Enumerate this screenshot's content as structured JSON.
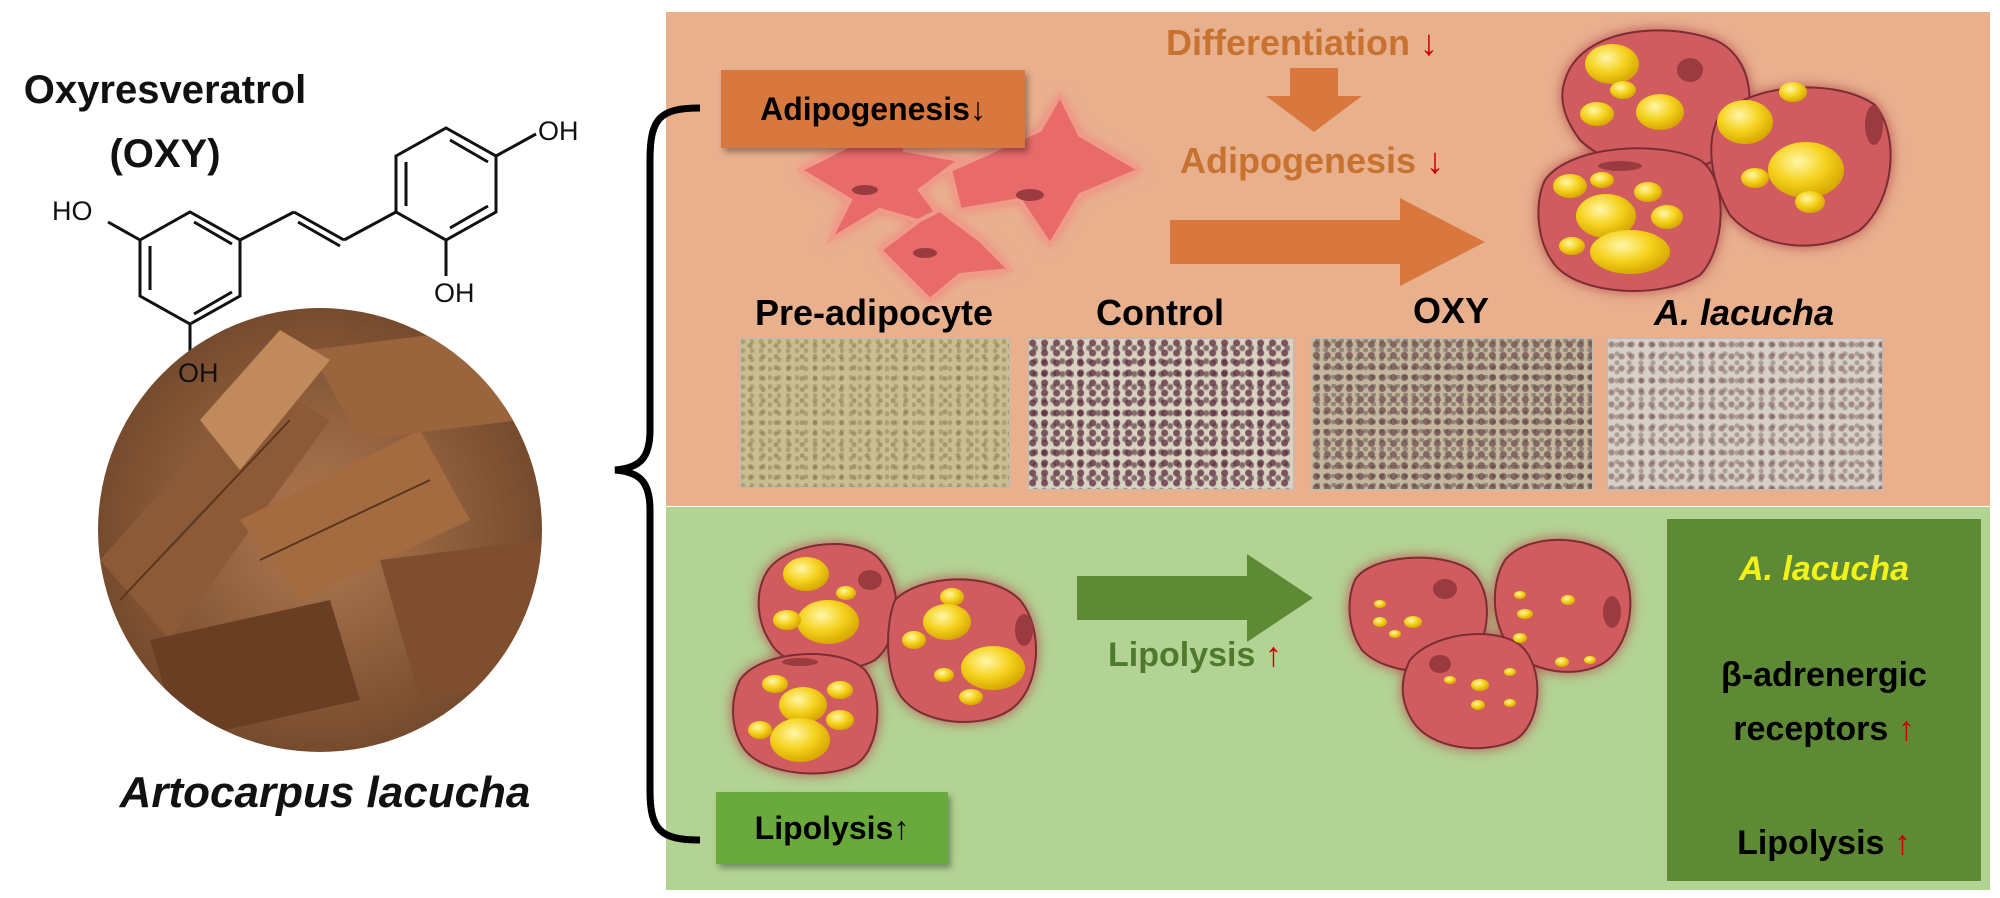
{
  "compound": {
    "title_line1": "Oxyresveratrol",
    "title_line2": "(OXY)",
    "groups": [
      "HO",
      "OH",
      "OH",
      "OH"
    ]
  },
  "plant": {
    "name": "Artocarpus lacucha"
  },
  "adipogenesis_panel": {
    "tag": "Adipogenesis↓",
    "differentiation_label": "Differentiation",
    "adipogenesis_label": "Adipogenesis",
    "down_arrow": "↓",
    "columns": [
      "Pre-adipocyte",
      "Control",
      "OXY",
      "A. lacucha"
    ]
  },
  "lipolysis_panel": {
    "tag": "Lipolysis↑",
    "lipolysis_label": "Lipolysis",
    "up_arrow": "↑",
    "box": {
      "title": "A. lacucha",
      "receptor_line1": "β-adrenergic",
      "receptor_line2": "receptors",
      "result": "Lipolysis"
    }
  },
  "colors": {
    "top_panel": "#e9b08e",
    "bottom_panel": "#b3d394",
    "adipo_tag": "#d9783e",
    "lipo_tag": "#6aaa3c",
    "cell_body": "#d15b5f",
    "lipid_droplet": "#f5d21e",
    "box": "#5e8a35",
    "box_title": "#f2f21a",
    "accent_red": "#cc0000"
  }
}
